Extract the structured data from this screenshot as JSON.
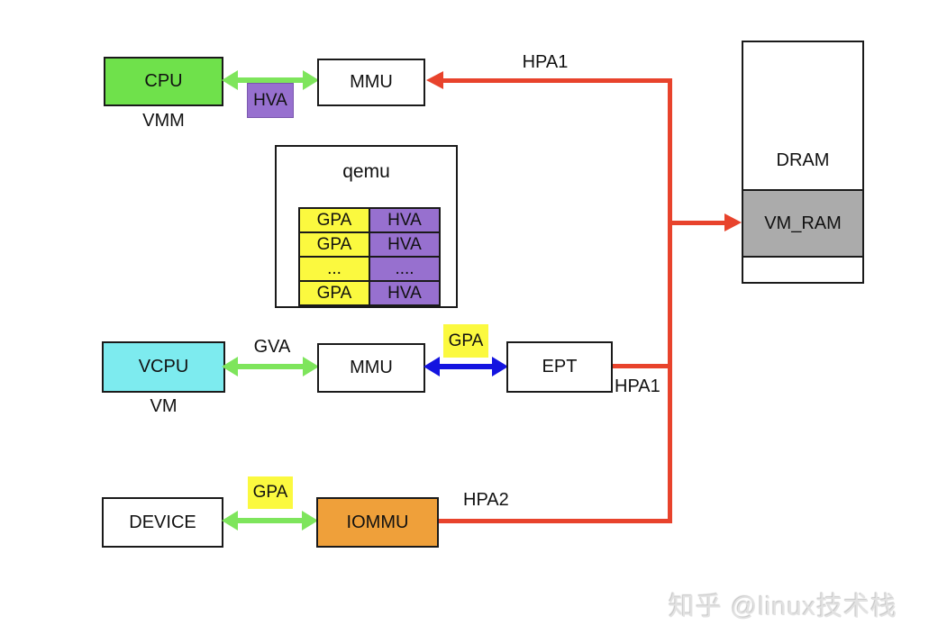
{
  "colors": {
    "green_box": "#6FE14B",
    "green_arrow": "#7EE55C",
    "cyan_box": "#7DEBEF",
    "purple": "#9770CF",
    "yellow": "#FBF93F",
    "orange": "#EFA03A",
    "gray": "#ABABAB",
    "red": "#E8432C",
    "blue": "#1414E0"
  },
  "top_row": {
    "cpu": "CPU",
    "vmm": "VMM",
    "hva": "HVA",
    "mmu": "MMU",
    "hpa1": "HPA1"
  },
  "qemu": {
    "title": "qemu",
    "table_rows": [
      [
        "GPA",
        "HVA"
      ],
      [
        "GPA",
        "HVA"
      ],
      [
        "...",
        "...."
      ],
      [
        "GPA",
        "HVA"
      ]
    ]
  },
  "middle_row": {
    "vcpu": "VCPU",
    "vm": "VM",
    "gva": "GVA",
    "mmu": "MMU",
    "gpa": "GPA",
    "ept": "EPT",
    "hpa1": "HPA1"
  },
  "bottom_row": {
    "device": "DEVICE",
    "gpa": "GPA",
    "iommu": "IOMMU",
    "hpa2": "HPA2"
  },
  "memory": {
    "dram": "DRAM",
    "vm_ram": "VM_RAM"
  },
  "watermark": "知乎 @linux技术栈"
}
